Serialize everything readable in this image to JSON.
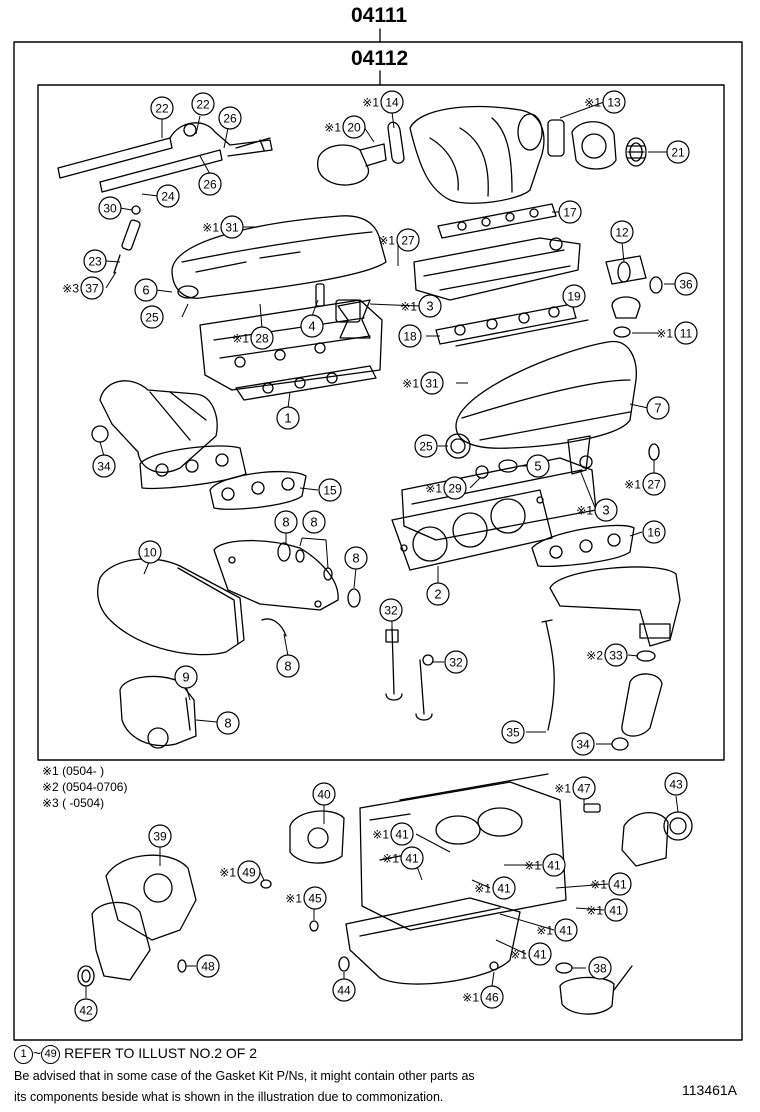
{
  "diagram": {
    "outer_group": "04111",
    "inner_group": "04112",
    "ref_mark": "※",
    "callouts": [
      {
        "id": "c22a",
        "num": "22",
        "mark": ""
      },
      {
        "id": "c22b",
        "num": "22",
        "mark": ""
      },
      {
        "id": "c26a",
        "num": "26",
        "mark": ""
      },
      {
        "id": "c26b",
        "num": "26",
        "mark": ""
      },
      {
        "id": "c24",
        "num": "24",
        "mark": ""
      },
      {
        "id": "c30",
        "num": "30",
        "mark": ""
      },
      {
        "id": "c23",
        "num": "23",
        "mark": ""
      },
      {
        "id": "c37",
        "num": "37",
        "mark": "※3"
      },
      {
        "id": "c6",
        "num": "6",
        "mark": ""
      },
      {
        "id": "c25a",
        "num": "25",
        "mark": ""
      },
      {
        "id": "c31a",
        "num": "31",
        "mark": "※1"
      },
      {
        "id": "c28",
        "num": "28",
        "mark": "※1"
      },
      {
        "id": "c4",
        "num": "4",
        "mark": ""
      },
      {
        "id": "c27a",
        "num": "27",
        "mark": "※1"
      },
      {
        "id": "c3a",
        "num": "3",
        "mark": "※1"
      },
      {
        "id": "c1",
        "num": "1",
        "mark": ""
      },
      {
        "id": "c20",
        "num": "20",
        "mark": "※1"
      },
      {
        "id": "c14",
        "num": "14",
        "mark": "※1"
      },
      {
        "id": "c13",
        "num": "13",
        "mark": "※1"
      },
      {
        "id": "c21",
        "num": "21",
        "mark": ""
      },
      {
        "id": "c17",
        "num": "17",
        "mark": ""
      },
      {
        "id": "c12",
        "num": "12",
        "mark": ""
      },
      {
        "id": "c36",
        "num": "36",
        "mark": ""
      },
      {
        "id": "c19",
        "num": "19",
        "mark": ""
      },
      {
        "id": "c18",
        "num": "18",
        "mark": ""
      },
      {
        "id": "c11",
        "num": "11",
        "mark": "※1"
      },
      {
        "id": "c31b",
        "num": "31",
        "mark": "※1"
      },
      {
        "id": "c7",
        "num": "7",
        "mark": ""
      },
      {
        "id": "c34a",
        "num": "34",
        "mark": ""
      },
      {
        "id": "c15",
        "num": "15",
        "mark": ""
      },
      {
        "id": "c25b",
        "num": "25",
        "mark": ""
      },
      {
        "id": "c5",
        "num": "5",
        "mark": ""
      },
      {
        "id": "c29",
        "num": "29",
        "mark": "※1"
      },
      {
        "id": "c27b",
        "num": "27",
        "mark": "※1"
      },
      {
        "id": "c3b",
        "num": "3",
        "mark": "※1"
      },
      {
        "id": "c16",
        "num": "16",
        "mark": ""
      },
      {
        "id": "c8a",
        "num": "8",
        "mark": ""
      },
      {
        "id": "c8b",
        "num": "8",
        "mark": ""
      },
      {
        "id": "c8c",
        "num": "8",
        "mark": ""
      },
      {
        "id": "c8d",
        "num": "8",
        "mark": ""
      },
      {
        "id": "c8e",
        "num": "8",
        "mark": ""
      },
      {
        "id": "c10",
        "num": "10",
        "mark": ""
      },
      {
        "id": "c9",
        "num": "9",
        "mark": ""
      },
      {
        "id": "c2",
        "num": "2",
        "mark": ""
      },
      {
        "id": "c32a",
        "num": "32",
        "mark": ""
      },
      {
        "id": "c32b",
        "num": "32",
        "mark": ""
      },
      {
        "id": "c33",
        "num": "33",
        "mark": "※2"
      },
      {
        "id": "c35",
        "num": "35",
        "mark": ""
      },
      {
        "id": "c34b",
        "num": "34",
        "mark": ""
      },
      {
        "id": "c40",
        "num": "40",
        "mark": ""
      },
      {
        "id": "c39",
        "num": "39",
        "mark": ""
      },
      {
        "id": "c49",
        "num": "49",
        "mark": "※1"
      },
      {
        "id": "c45",
        "num": "45",
        "mark": "※1"
      },
      {
        "id": "c48",
        "num": "48",
        "mark": ""
      },
      {
        "id": "c42",
        "num": "42",
        "mark": ""
      },
      {
        "id": "c44",
        "num": "44",
        "mark": ""
      },
      {
        "id": "c46",
        "num": "46",
        "mark": "※1"
      },
      {
        "id": "c38",
        "num": "38",
        "mark": ""
      },
      {
        "id": "c43",
        "num": "43",
        "mark": ""
      },
      {
        "id": "c47",
        "num": "47",
        "mark": "※1"
      },
      {
        "id": "c41a",
        "num": "41",
        "mark": "※1"
      },
      {
        "id": "c41b",
        "num": "41",
        "mark": "※1"
      },
      {
        "id": "c41c",
        "num": "41",
        "mark": "※1"
      },
      {
        "id": "c41d",
        "num": "41",
        "mark": "※1"
      },
      {
        "id": "c41e",
        "num": "41",
        "mark": "※1"
      },
      {
        "id": "c41f",
        "num": "41",
        "mark": "※1"
      },
      {
        "id": "c41g",
        "num": "41",
        "mark": "※1"
      },
      {
        "id": "c41h",
        "num": "41",
        "mark": "※1"
      }
    ]
  },
  "notes": [
    {
      "mark": "※1",
      "text": "(0504-        )"
    },
    {
      "mark": "※2",
      "text": "(0504-0706)"
    },
    {
      "mark": "※3",
      "text": "(        -0504)"
    }
  ],
  "footer": {
    "range_from": "1",
    "range_sep": "~",
    "range_to": "49",
    "refer_text": "REFER TO ILLUST NO.2 OF 2",
    "advice_line1": "Be advised that in some case of the Gasket Kit P/Ns,  it might contain other parts as",
    "advice_line2": "its components beside what is shown in the illustration due to commonization.",
    "illustration_id": "113461A"
  }
}
